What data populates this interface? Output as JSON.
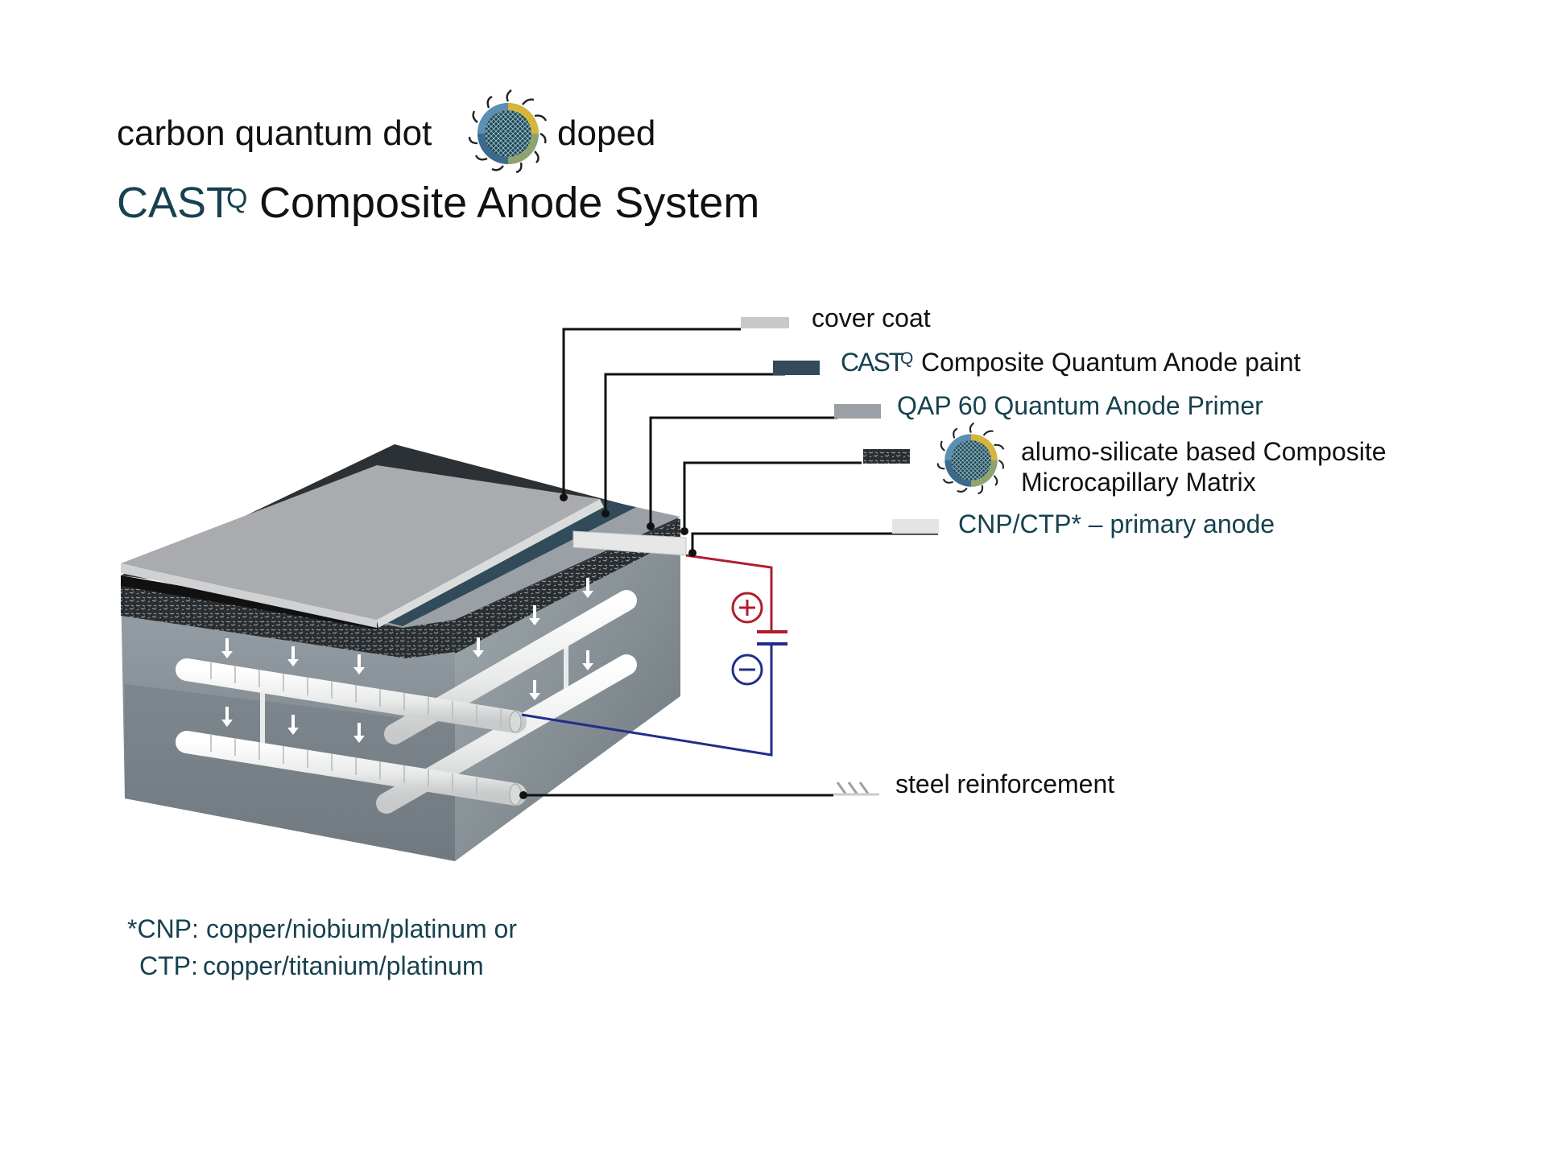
{
  "header": {
    "line1_before": "carbon quantum dot",
    "line1_after": "doped",
    "brand": "CAST",
    "brand_sup": "Q",
    "title_rest": "Composite Anode System"
  },
  "legend": {
    "cover_coat": "cover coat",
    "paint_brand": "CAST",
    "paint_sup": "Q",
    "paint_rest": "Composite Quantum Anode paint",
    "primer": "QAP 60 Quantum Anode Primer",
    "matrix_line1": "alumo-silicate based Composite",
    "matrix_line2": "Microcapillary Matrix",
    "primary_anode": "CNP/CTP* – primary anode",
    "steel": "steel reinforcement"
  },
  "circuit": {
    "plus_symbol": "+",
    "minus_symbol": "−"
  },
  "footnote": {
    "line1_key": "*CNP:",
    "line1_text": "copper/niobium/platinum or",
    "line2_key": "CTP:",
    "line2_text": "copper/titanium/platinum"
  },
  "colors": {
    "teal_text": "#17414f",
    "positive_wire": "#b01c2e",
    "negative_wire": "#1f2e8c",
    "cover_coat": "#a9abae",
    "anode_paint": "#314b5a",
    "primer": "#9aa0a5",
    "concrete": "#7d868c"
  },
  "icons": {
    "quantum_dot": "quantum-dot-icon",
    "plus": "plus-circle-icon",
    "minus": "minus-circle-icon"
  }
}
